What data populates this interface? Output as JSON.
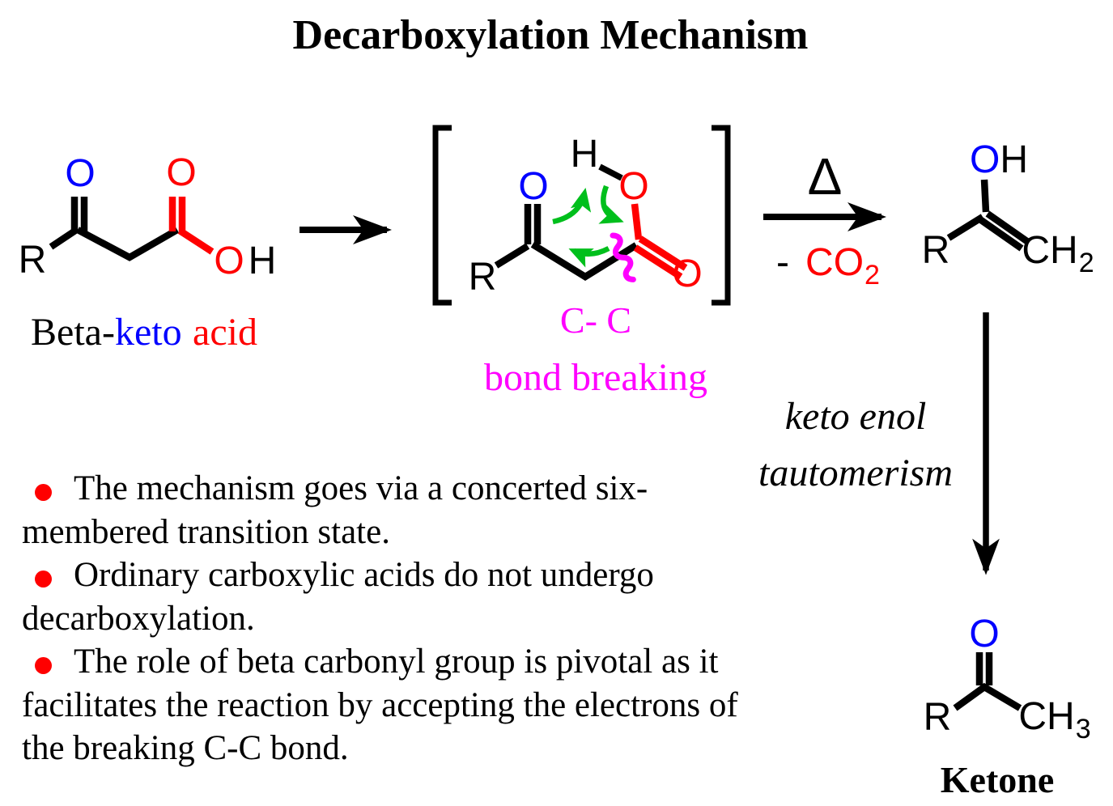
{
  "title": "Decarboxylation Mechanism",
  "colors": {
    "text_black": "#000000",
    "carbonyl_blue": "#0000ff",
    "acid_red": "#ff0000",
    "bond_break_magenta": "#ff00ff",
    "electron_arrow_green": "#00bf1c",
    "bullet_red": "#ff0000"
  },
  "reactant": {
    "r": "R",
    "keto_o": "O",
    "acid_o": "O",
    "hydroxyl_o": "O",
    "hydroxyl_h": "H",
    "caption": {
      "black": "Beta-",
      "blue": "keto",
      "red": "acid"
    }
  },
  "transition_state": {
    "r": "R",
    "keto_o": "O",
    "h": "H",
    "hydroxyl_o": "O",
    "carbonyl_o": "O",
    "bond_label": "C- C",
    "bond_label2": "bond breaking"
  },
  "conditions": {
    "delta": "Δ",
    "minus": "-",
    "formula": "CO",
    "formula_sub": "2"
  },
  "enol": {
    "o": "O",
    "h": "H",
    "r": "R",
    "ch": "CH",
    "ch_sub": "2"
  },
  "tautomerism": {
    "line1": "keto enol",
    "line2": "tautomerism"
  },
  "ketone": {
    "o": "O",
    "r": "R",
    "ch": "CH",
    "ch_sub": "3",
    "caption": "Ketone"
  },
  "notes": [
    {
      "lines": [
        "The mechanism goes via a concerted six-",
        "membered transition state."
      ]
    },
    {
      "lines": [
        "Ordinary carboxylic acids do not undergo",
        "decarboxylation."
      ]
    },
    {
      "lines": [
        "The role of beta carbonyl group is pivotal as it",
        "facilitates the reaction by accepting the electrons of",
        "the breaking C-C bond."
      ]
    }
  ]
}
